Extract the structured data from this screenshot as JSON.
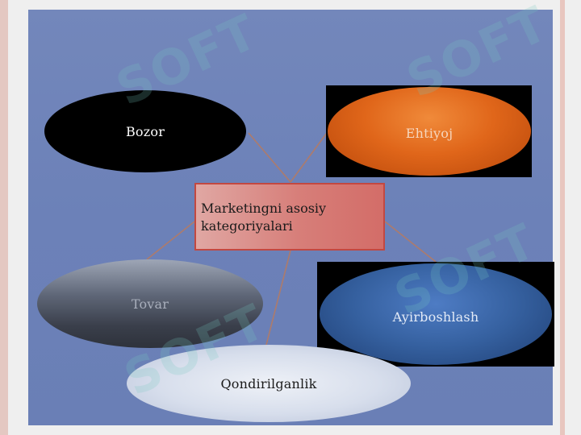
{
  "diagram": {
    "center": "Marketingni asosiy kategoriyalari",
    "nodes": {
      "bozor": "Bozor",
      "ehtiyoj": "Ehtiyoj",
      "tovar": "Tovar",
      "ayirboshlash": "Ayirboshlash",
      "qondirilganlik": "Qondirilganlik"
    }
  },
  "watermark": "SOFT",
  "colors": {
    "slide_background": "#6c81b8",
    "connector": "#b87a5e",
    "center_fill": "#d77e79",
    "ehtiyoj_fill": "#e0661a"
  }
}
